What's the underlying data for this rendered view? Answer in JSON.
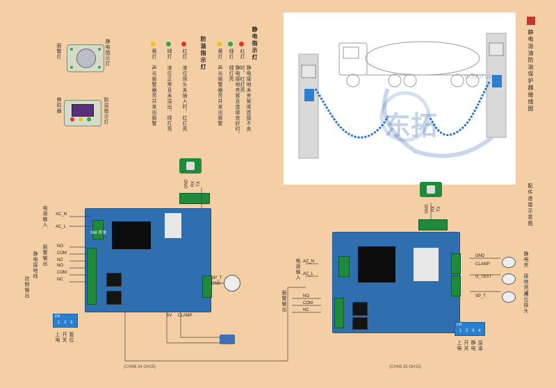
{
  "legend_static": {
    "heading": "静电指示灯",
    "items": [
      {
        "color": "#e0352b",
        "label": "红灯",
        "desc": "静电接地未夹紧或连接不良时，红灯亮"
      },
      {
        "color": "#2da84a",
        "label": "绿灯",
        "desc": "静电接地夹紧且连接良好时，绿灯亮"
      },
      {
        "color": "#f2c21b",
        "label": "黄灯",
        "desc": "声光报警器亮并发出报警"
      }
    ]
  },
  "legend_overfill": {
    "heading": "防溢指示灯",
    "items": [
      {
        "color": "#e0352b",
        "label": "红灯",
        "desc": "液位探头未插入时，红灯亮"
      },
      {
        "color": "#2da84a",
        "label": "绿灯",
        "desc": "液位正常且未溢出，绿灯亮"
      },
      {
        "color": "#f2c21b",
        "label": "黄灯",
        "desc": "声光报警器亮并发出报警"
      }
    ]
  },
  "device_labels": {
    "static_indicator": "静电指示灯",
    "overfill_indicator": "防溢指示灯",
    "alarm_light": "报警灯",
    "buzzer": "蜂鸣器"
  },
  "main_title": "静电溢油防溢保护器接线图",
  "side_title": "配件连接示意图",
  "watermark": "东拓",
  "watermark_sub": "DONGTUO",
  "left_board": {
    "labels": {
      "ac_n": "AC_N",
      "ac_l": "AC_L",
      "no1": "NO",
      "com1": "COM",
      "nc1": "NC",
      "no2": "NO",
      "com2": "COM",
      "nc2": "NC",
      "sp_t": "SP_T",
      "gnd": "GND",
      "tx": "TX",
      "rx": "RX",
      "gnd2": "GND",
      "v5": "5V",
      "clamp": "CLAMP",
      "sw": "SW",
      "sw_label": "SW 开关"
    },
    "side_text": [
      "电源输入",
      "静电接地线",
      "报警输出",
      "控制输出"
    ],
    "dip": {
      "label": "DN",
      "positions": [
        "1",
        "2",
        "3"
      ]
    },
    "dip_legend": [
      "上电",
      "开关",
      "复位"
    ],
    "page_num": "(CHN6 34 GH15)"
  },
  "right_board": {
    "labels": {
      "ac_n": "AC_N",
      "ac_l": "AC_L",
      "no": "NO",
      "com": "COM",
      "nc": "NC",
      "gnd": "GND",
      "clamp": "CLAMP",
      "g_test": "G_TEST",
      "sp_t": "SP_T",
      "tx": "TX",
      "rx": "RX",
      "gnd2": "GND"
    },
    "side_text": [
      "电源输入",
      "报警输出"
    ],
    "right_devices": [
      "静电夹",
      "接地测试",
      "液位探头"
    ],
    "dip": {
      "label": "DN",
      "positions": [
        "1",
        "2",
        "3",
        "4"
      ]
    },
    "dip_legend": [
      "上电",
      "开关",
      "静电",
      "溢油"
    ],
    "page_num": "(CHN6 35 GH15)"
  }
}
